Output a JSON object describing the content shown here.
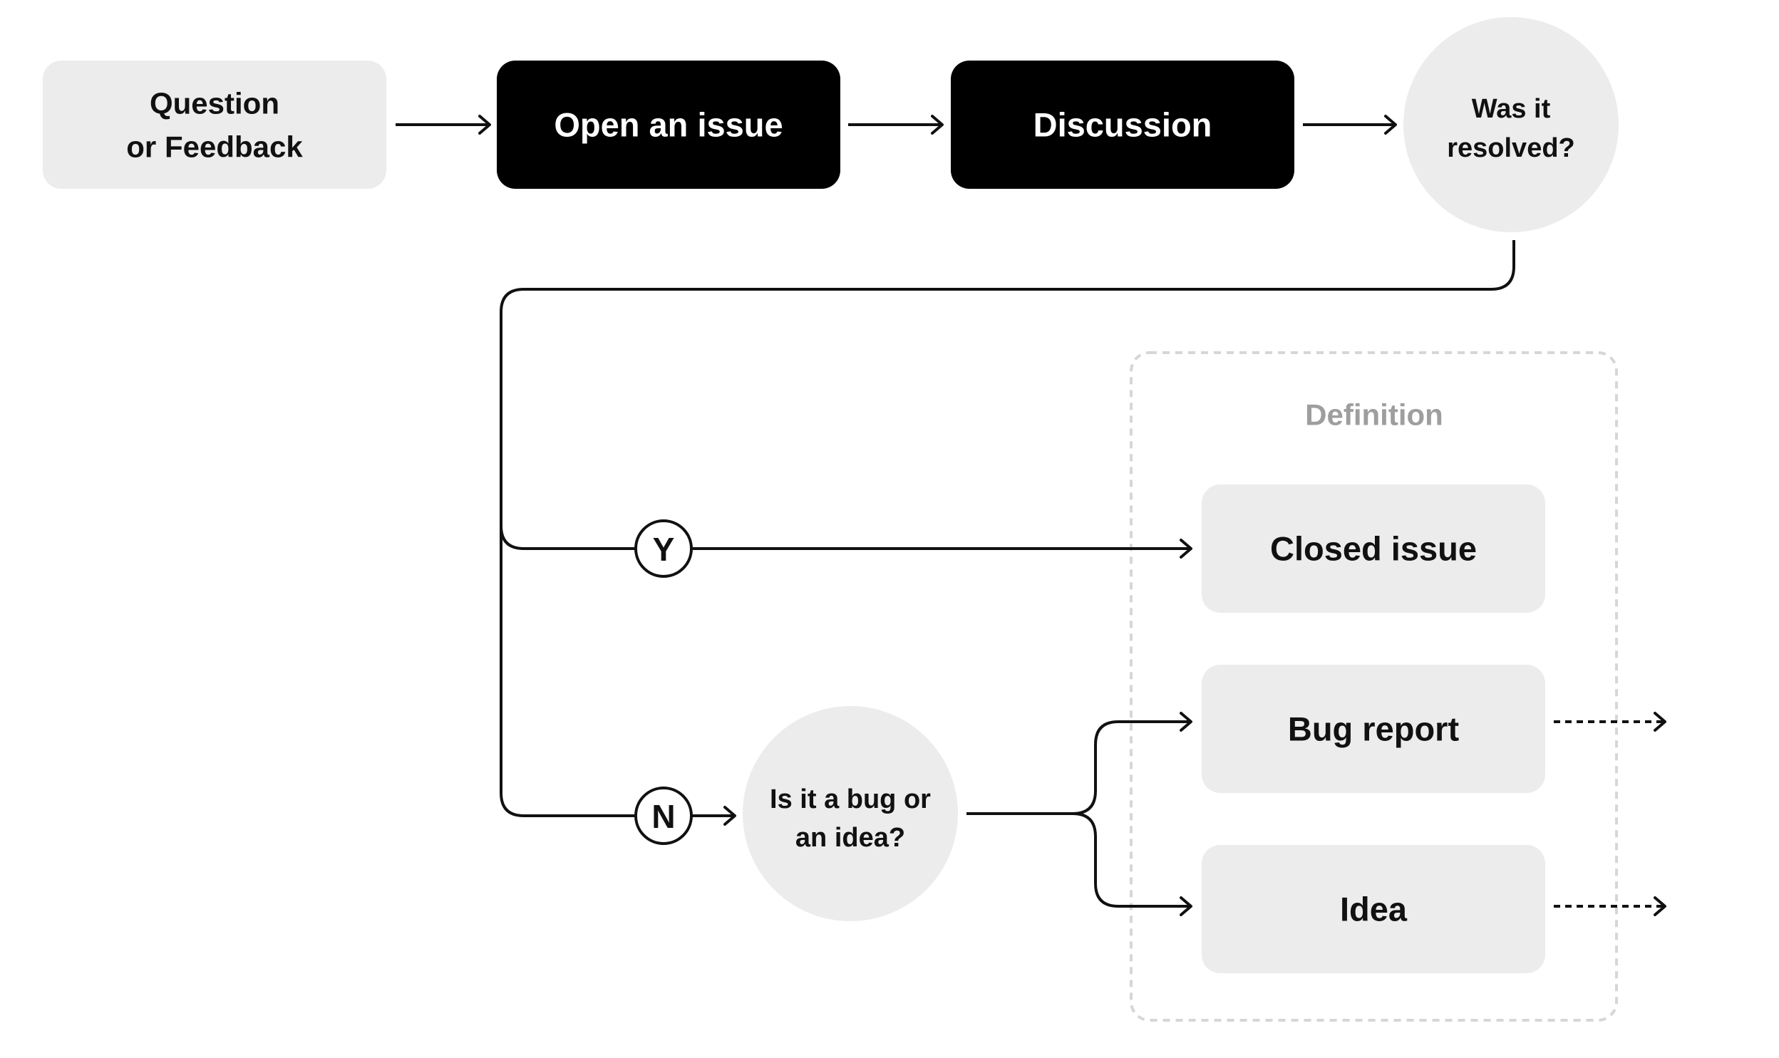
{
  "diagram": {
    "type": "flowchart",
    "nodes": {
      "question": {
        "lines": [
          "Question",
          "or Feedback"
        ]
      },
      "open_issue": {
        "label": "Open an issue"
      },
      "discussion": {
        "label": "Discussion"
      },
      "resolved": {
        "lines": [
          "Was it",
          "resolved?"
        ]
      },
      "bug_or_idea": {
        "lines": [
          "Is it a bug or",
          "an idea?"
        ]
      },
      "closed_issue": {
        "label": "Closed issue"
      },
      "bug_report": {
        "label": "Bug report"
      },
      "idea": {
        "label": "Idea"
      }
    },
    "branches": {
      "yes": "Y",
      "no": "N"
    },
    "group": {
      "title": "Definition"
    },
    "edges": [
      {
        "from": "question",
        "to": "open_issue"
      },
      {
        "from": "open_issue",
        "to": "discussion"
      },
      {
        "from": "discussion",
        "to": "resolved"
      },
      {
        "from": "resolved",
        "to": "closed_issue",
        "label": "Y"
      },
      {
        "from": "resolved",
        "to": "bug_or_idea",
        "label": "N"
      },
      {
        "from": "bug_or_idea",
        "to": "bug_report"
      },
      {
        "from": "bug_or_idea",
        "to": "idea"
      },
      {
        "from": "bug_report",
        "to": "",
        "style": "dashed"
      },
      {
        "from": "idea",
        "to": "",
        "style": "dashed"
      }
    ],
    "colors": {
      "dark_fill": "#000000",
      "light_fill": "#ececec",
      "line": "#111111",
      "group_border": "#d6d6d6",
      "group_title": "#9e9e9e"
    }
  }
}
